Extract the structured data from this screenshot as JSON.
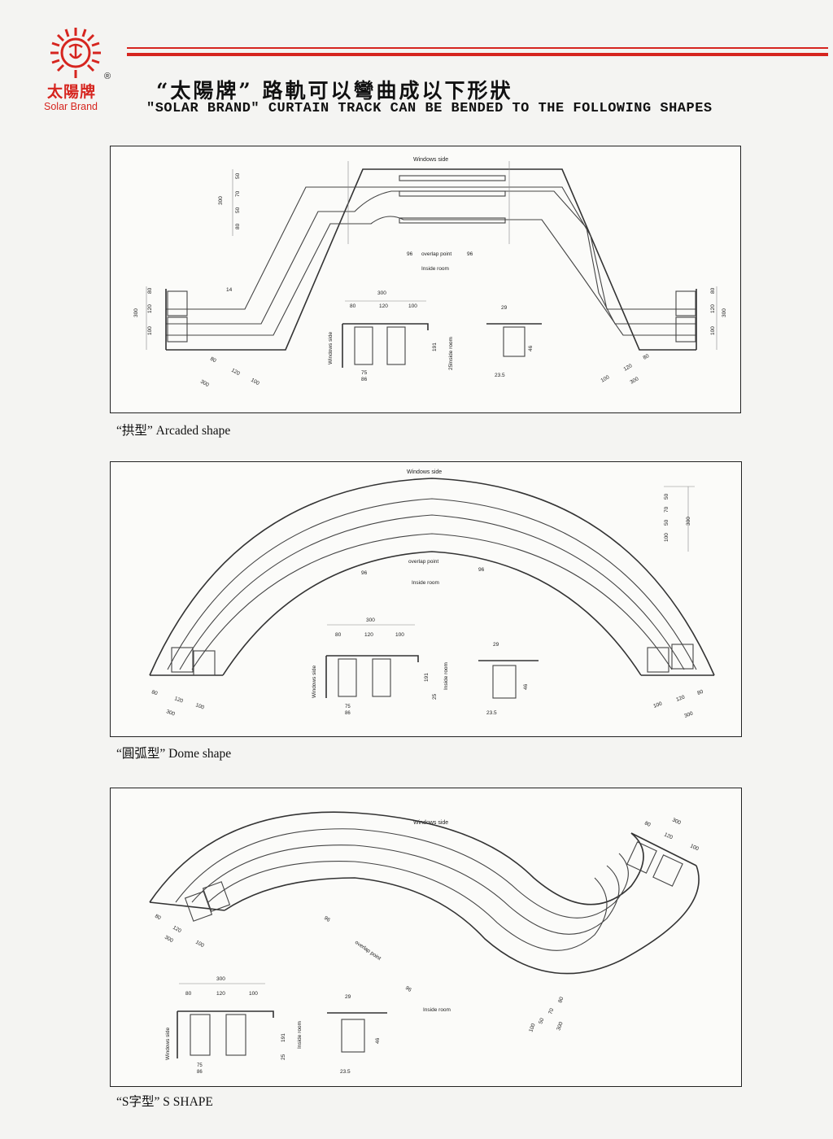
{
  "brand": {
    "name_zh": "太陽牌",
    "name_en": "Solar Brand",
    "registered_mark": "®",
    "accent_color": "#d6251f"
  },
  "header": {
    "title_zh": "“太陽牌” 路軌可以彎曲成以下形狀",
    "title_en": "\"SOLAR BRAND\" CURTAIN TRACK CAN BE BENDED TO THE FOLLOWING SHAPES"
  },
  "labels": {
    "windows_side": "Windows side",
    "inside_room": "Inside room",
    "overlap_point": "overlap point"
  },
  "dims": {
    "d300": "300",
    "d120": "120",
    "d100": "100",
    "d80": "80",
    "d96": "96",
    "d50": "50",
    "d70": "70",
    "d14": "14",
    "d191": "191",
    "d25": "25",
    "d29": "29",
    "d46": "46",
    "d23_5": "23.5",
    "d75": "75",
    "d86": "86"
  },
  "captions": {
    "arcaded": "“拱型” Arcaded shape",
    "dome": "“圓弧型” Dome shape",
    "s_shape": "“S字型” S SHAPE"
  }
}
